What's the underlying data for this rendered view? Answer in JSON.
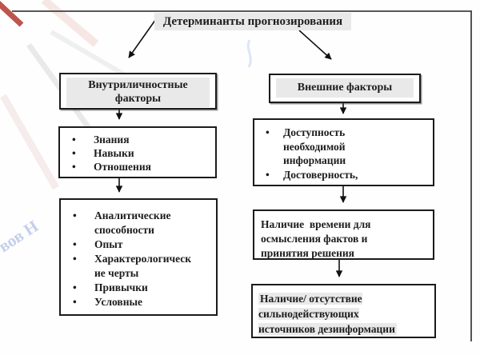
{
  "page": {
    "title": "Детерминанты прогнозирования"
  },
  "glyphs": {
    "bullet": "•"
  },
  "left": {
    "header": "Внутриличностные\nфакторы",
    "factors": {
      "items": [
        "Знания",
        "Навыки",
        "Отношения"
      ]
    },
    "traits": {
      "items": [
        "Аналитические\nспособности",
        "Опыт",
        "Характерологическ\nие черты",
        "Привычки",
        "Условные"
      ]
    }
  },
  "right": {
    "header": "Внешние факторы",
    "info": {
      "items": [
        "Доступность\nнеобходимой\nинформации",
        "Достоверность,"
      ]
    },
    "time_text": "Наличие  времени для\nосмысления фактов и\nпринятия решения",
    "disinfo_text": "Наличие/ отсутствие\nсильнодействующих\nисточников дезинформации"
  },
  "watermark": {
    "text": "вов Н"
  },
  "colors": {
    "box_border": "#1b1b1b",
    "highlight": "#e9e9e9",
    "frame_line": "#404040",
    "arrow": "#111111",
    "watermark_red": "#b2382f",
    "watermark_blue": "#c3d0ea"
  }
}
